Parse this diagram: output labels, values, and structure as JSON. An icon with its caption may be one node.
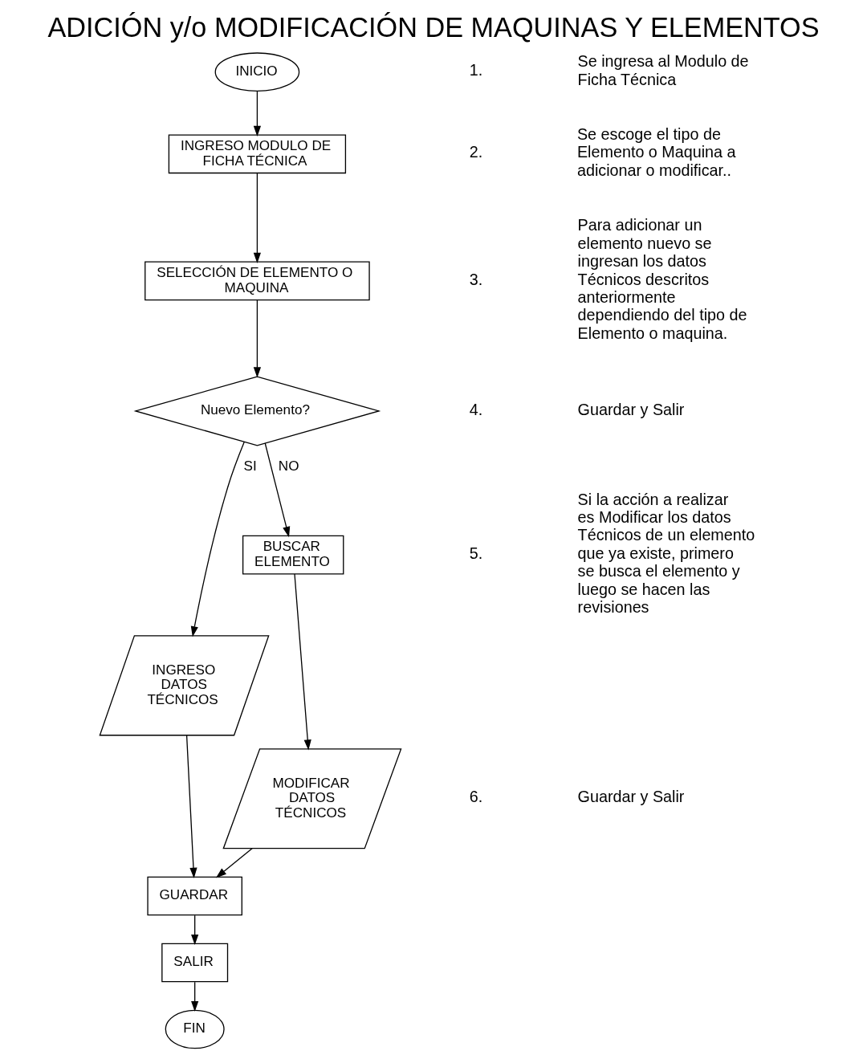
{
  "diagram": {
    "title": "ADICIÓN y/o MODIFICACIÓN DE MAQUINAS Y ELEMENTOS",
    "nodes": [
      {
        "text": [
          "INICIO"
        ]
      },
      {
        "text": [
          "INGRESO MODULO DE FICHA TÉCNICA"
        ]
      },
      {
        "text": [
          "SELECCIÓN DE ELEMENTO O MAQUINA"
        ]
      },
      {
        "text": [
          "Nuevo Elemento?"
        ]
      },
      {
        "text": [
          "INGRESO DATOS TÉCNICOS"
        ]
      },
      {
        "text": [
          "BUSCAR ELEMENTO"
        ]
      },
      {
        "text": [
          "MODIFICAR DATOS TÉCNICOS"
        ]
      },
      {
        "text": [
          "GUARDAR"
        ]
      },
      {
        "text": [
          "SALIR"
        ]
      },
      {
        "text": [
          "FIN"
        ]
      }
    ],
    "edges": [
      {
        "from": 0,
        "to": 1,
        "arrow": "to"
      },
      {
        "from": 1,
        "to": 2,
        "arrow": "to"
      },
      {
        "from": 2,
        "to": 3,
        "arrow": "to"
      },
      {
        "from": 3,
        "to": 4,
        "arrow": "to",
        "label": "SI"
      },
      {
        "from": 3,
        "to": 5,
        "arrow": "to",
        "label": "NO"
      },
      {
        "from": 5,
        "to": 6,
        "arrow": "to"
      },
      {
        "from": 4,
        "to": 7,
        "arrow": "to"
      },
      {
        "from": 6,
        "to": 7,
        "arrow": "to"
      },
      {
        "from": 7,
        "to": 8,
        "arrow": "to"
      },
      {
        "from": 8,
        "to": 9,
        "arrow": "to"
      }
    ],
    "labels": [
      "1.",
      "Se ingresa al Modulo de Ficha Técnica",
      "2.",
      "Se escoge el tipo de Elemento o Maquina a adicionar o modificar..",
      "3.",
      "Para adicionar un elemento nuevo se ingresan los datos Técnicos descritos anteriormente dependiendo del tipo de Elemento o maquina.",
      "4.",
      "Guardar y Salir",
      "5.",
      "Si la acción a realizar es Modificar los datos Técnicos de un elemento que ya existe, primero se busca el elemento y luego se hacen las revisiones",
      "6.",
      "Guardar y Salir"
    ]
  }
}
